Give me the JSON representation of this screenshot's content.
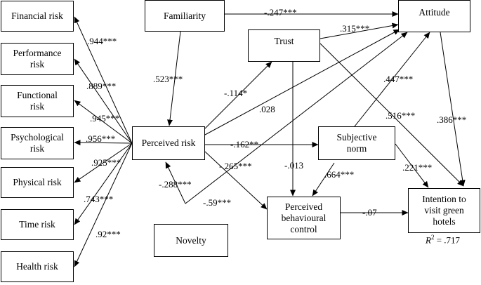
{
  "nodes": {
    "financial_risk": "Financial risk",
    "performance_risk": "Performance\nrisk",
    "functional_risk": "Functional\nrisk",
    "psychological_risk": "Psychological\nrisk",
    "physical_risk": "Physical risk",
    "time_risk": "Time risk",
    "health_risk": "Health risk",
    "familiarity": "Familiarity",
    "trust": "Trust",
    "attitude": "Attitude",
    "perceived_risk": "Perceived risk",
    "subjective_norm": "Subjective\nnorm",
    "novelty": "Novelty",
    "perceived_behavioural_control": "Perceived\nbehavioural\ncontrol",
    "intention": "Intention to\nvisit green\nhotels"
  },
  "coefficients": {
    "financial": ".944***",
    "performance": ".889***",
    "functional": ".945***",
    "psychological": ".956***",
    "physical": ".925***",
    "time": ".743***",
    "health": ".92***",
    "familiarity_attitude": "-.247***",
    "familiarity_risk": ".523***",
    "trust_attitude": ".315***",
    "risk_trust": "-.114*",
    "risk_attitude": ".028",
    "risk_norm": "-.162**",
    "risk_pbc": "-.265***",
    "novelty_risk": "-.288***",
    "novelty_attitude": "-.59***",
    "trust_pbc": "-.013",
    "norm_attitude": ".447***",
    "trust_intention": ".516***",
    "attitude_intention": ".386***",
    "norm_intention": ".221***",
    "norm_pbc": ".664***",
    "pbc_intention": "-.07"
  },
  "r_squared": {
    "label": "R",
    "sup": "2",
    "value": " = .717"
  }
}
